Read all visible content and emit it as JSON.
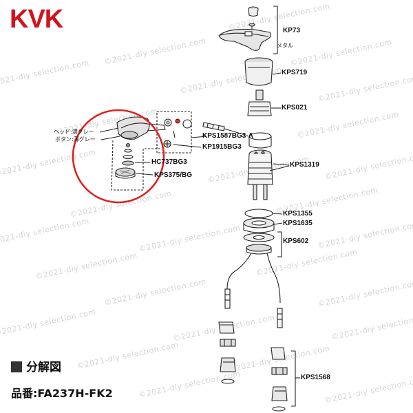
{
  "brand": "KVK",
  "watermark_text": "©2021-diy selection.com",
  "exploded_view_label": "分解図",
  "product_number_label": "品番:FA237H-FK2",
  "parts": {
    "kp73": "KP73",
    "metal_note": "メタル",
    "kps719": "KPS719",
    "kps021": "KPS021",
    "kps1587": "KPS1587BG3-A",
    "kp1915": "KP1915BG3",
    "kps1319": "KPS1319",
    "hc737": "HC737BG3",
    "kps375": "KPS375/BG",
    "kps1355": "KPS1355",
    "kps1635": "KPS1635",
    "kps602": "KPS602",
    "kps1568": "KPS1568",
    "head_note": "ヘッド:濃グレー",
    "button_note": "ボタン:薄グレー"
  },
  "colors": {
    "brand_red": "#d4111c",
    "highlight_circle": "#e02020",
    "line": "#222222",
    "watermark": "#d4d4d4"
  }
}
